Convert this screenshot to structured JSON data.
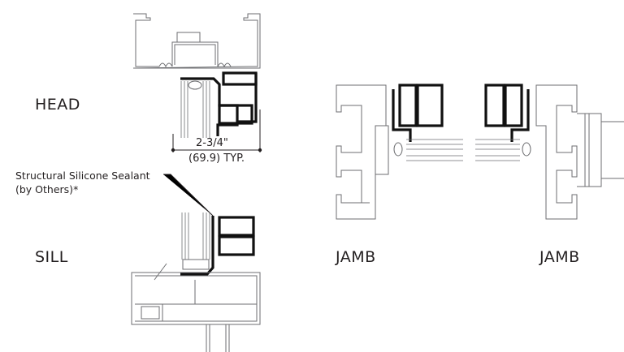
{
  "labels": {
    "head": "HEAD",
    "sill": "SILL",
    "jamb_left": "JAMB",
    "jamb_right": "JAMB"
  },
  "dimension": {
    "imperial": "2-3/4\"",
    "metric": "(69.9) TYP."
  },
  "callout": {
    "line1": "Structural Silicone Sealant",
    "line2": "(by Others)*"
  }
}
